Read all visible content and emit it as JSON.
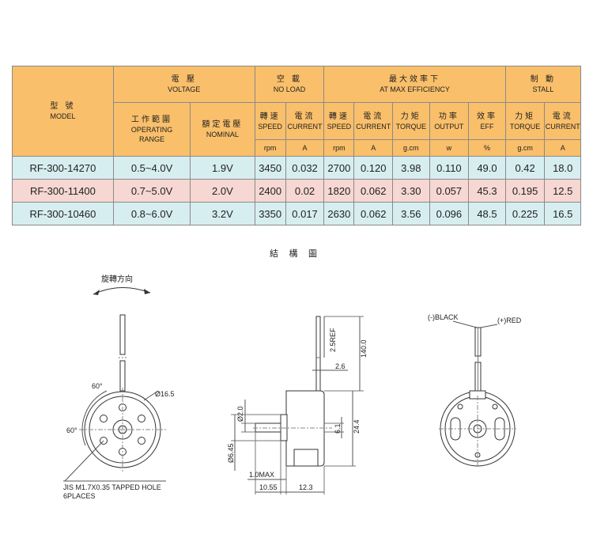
{
  "header": {
    "model_zh": "型 號",
    "model_en": "MODEL",
    "voltage_zh": "電 壓",
    "voltage_en": "VOLTAGE",
    "noload_zh": "空 載",
    "noload_en": "NO LOAD",
    "maxeff_zh": "最大效率下",
    "maxeff_en": "AT MAX EFFICIENCY",
    "stall_zh": "制 動",
    "stall_en": "STALL",
    "range_zh": "工作範圍",
    "range_en1": "OPERATING",
    "range_en2": "RANGE",
    "nominal_zh": "額定電壓",
    "nominal_en": "NOMINAL",
    "speed_zh": "轉速",
    "speed_en": "SPEED",
    "current_zh": "電流",
    "current_en": "CURRENT",
    "torque_zh": "力矩",
    "torque_en": "TORQUE",
    "output_zh": "功率",
    "output_en": "OUTPUT",
    "eff_zh": "效率",
    "eff_en": "EFF",
    "units": [
      "rpm",
      "A",
      "rpm",
      "A",
      "g.cm",
      "w",
      "%",
      "g.cm",
      "A"
    ]
  },
  "rows": [
    [
      "RF-300-14270",
      "0.5~4.0V",
      "1.9V",
      "3450",
      "0.032",
      "2700",
      "0.120",
      "3.98",
      "0.110",
      "49.0",
      "0.42",
      "18.0"
    ],
    [
      "RF-300-11400",
      "0.7~5.0V",
      "2.0V",
      "2400",
      "0.02",
      "1820",
      "0.062",
      "3.30",
      "0.057",
      "45.3",
      "0.195",
      "12.5"
    ],
    [
      "RF-300-10460",
      "0.8~6.0V",
      "3.2V",
      "3350",
      "0.017",
      "2630",
      "0.062",
      "3.56",
      "0.096",
      "48.5",
      "0.225",
      "16.5"
    ]
  ],
  "structure_title": "結 構 圖",
  "drawing_front": {
    "rotation_label": "旋轉方向",
    "angle_top": "60°",
    "angle_left": "60°",
    "diameter": "Ø16.5",
    "hole_note_1": "JIS M1.7X0.35  TAPPED HOLE",
    "hole_note_2": "6PLACES"
  },
  "drawing_side": {
    "ref": "2.5REF",
    "length": "140.0",
    "tab": "2.6",
    "shaft_dia": "Ø2.0",
    "boss": "6.1",
    "body_dia": "24.4",
    "boss_dia": "Ø6.45",
    "shaft_max": "1.0MAX",
    "shaft_len": "10.55",
    "body_len": "12.3"
  },
  "drawing_rear": {
    "neg_label": "(-)BLACK",
    "pos_label": "(+)RED"
  }
}
